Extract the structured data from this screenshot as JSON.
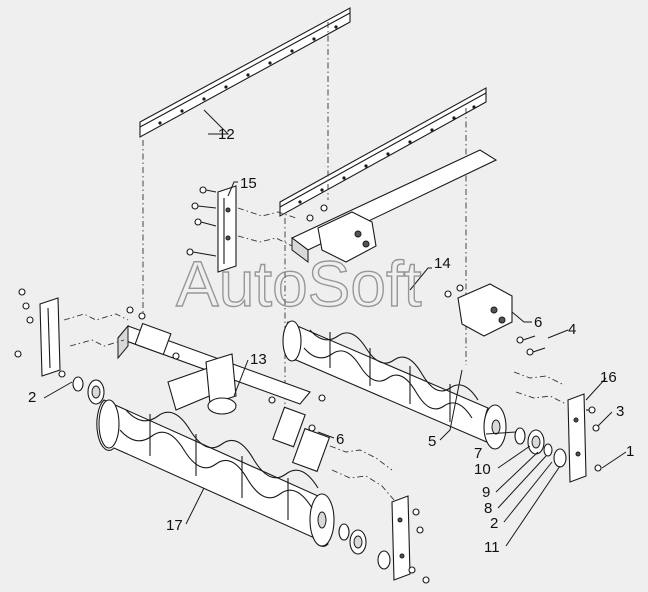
{
  "watermark": "AutoSoft",
  "callouts": [
    {
      "id": "c1",
      "text": "1"
    },
    {
      "id": "c2a",
      "text": "2"
    },
    {
      "id": "c2b",
      "text": "2"
    },
    {
      "id": "c3",
      "text": "3"
    },
    {
      "id": "c4",
      "text": "4"
    },
    {
      "id": "c5",
      "text": "5"
    },
    {
      "id": "c6a",
      "text": "6"
    },
    {
      "id": "c6b",
      "text": "6"
    },
    {
      "id": "c7",
      "text": "7"
    },
    {
      "id": "c8",
      "text": "8"
    },
    {
      "id": "c9",
      "text": "9"
    },
    {
      "id": "c10",
      "text": "10"
    },
    {
      "id": "c11",
      "text": "11"
    },
    {
      "id": "c12",
      "text": "12"
    },
    {
      "id": "c13",
      "text": "13"
    },
    {
      "id": "c14",
      "text": "14"
    },
    {
      "id": "c15",
      "text": "15"
    },
    {
      "id": "c16",
      "text": "16"
    },
    {
      "id": "c17",
      "text": "17"
    }
  ]
}
